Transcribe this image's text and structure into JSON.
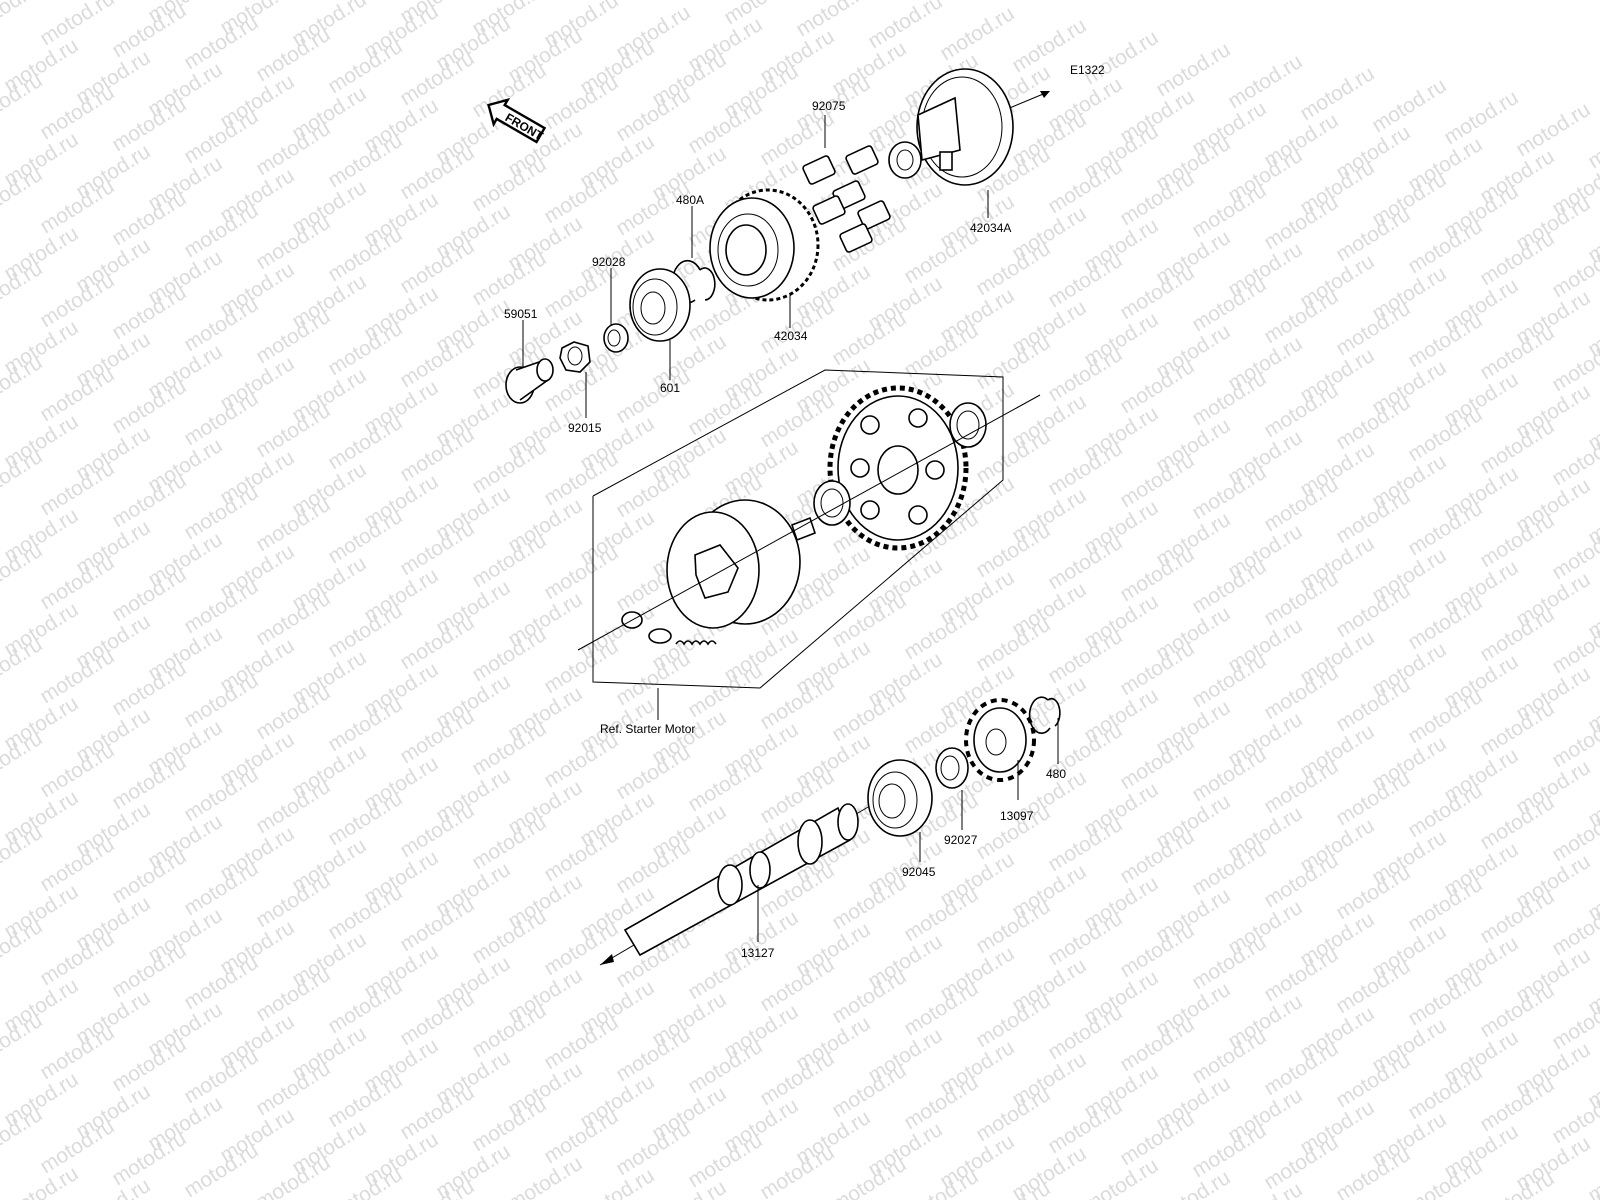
{
  "diagram": {
    "code": "E1322",
    "front_label": "FRONT",
    "ref_note": "Ref. Starter Motor",
    "watermark": "motod.ru",
    "parts": [
      {
        "id": "p92075",
        "label": "92075",
        "icon": "rubber-damper-icon"
      },
      {
        "id": "p42034A",
        "label": "42034A",
        "icon": "hub-flange-icon"
      },
      {
        "id": "p480A",
        "label": "480A",
        "icon": "circlip-icon"
      },
      {
        "id": "p92028",
        "label": "92028",
        "icon": "collar-icon"
      },
      {
        "id": "p59051",
        "label": "59051",
        "icon": "splined-gear-icon"
      },
      {
        "id": "p42034",
        "label": "42034",
        "icon": "sprocket-hub-icon"
      },
      {
        "id": "p601",
        "label": "601",
        "icon": "ball-bearing-icon"
      },
      {
        "id": "p92015",
        "label": "92015",
        "icon": "nut-icon"
      },
      {
        "id": "p480",
        "label": "480",
        "icon": "circlip-icon"
      },
      {
        "id": "p13097",
        "label": "13097",
        "icon": "sprocket-icon"
      },
      {
        "id": "p92027",
        "label": "92027",
        "icon": "collar-icon"
      },
      {
        "id": "p92045",
        "label": "92045",
        "icon": "ball-bearing-icon"
      },
      {
        "id": "p13127",
        "label": "13127",
        "icon": "output-shaft-icon"
      }
    ]
  }
}
